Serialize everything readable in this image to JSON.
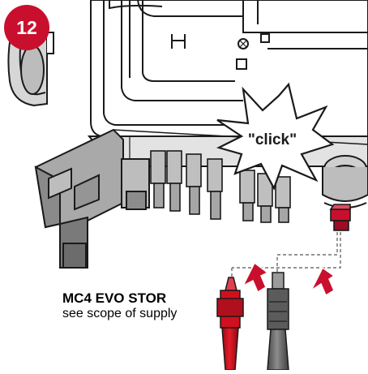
{
  "step_badge": {
    "number": "12",
    "color": "#c8102e"
  },
  "callout": {
    "text": "\"click\""
  },
  "connector_label": {
    "title": "MC4 EVO STOR",
    "subtitle": "see scope of supply"
  },
  "colors": {
    "accent_red": "#c8102e",
    "cable_red": "#d0101e",
    "cable_gray": "#6a6a6a",
    "device_gray": "#c9c9c9",
    "line": "#1a1a1a"
  },
  "icons": [
    "click-starburst-icon",
    "insertion-arrow-icon"
  ]
}
